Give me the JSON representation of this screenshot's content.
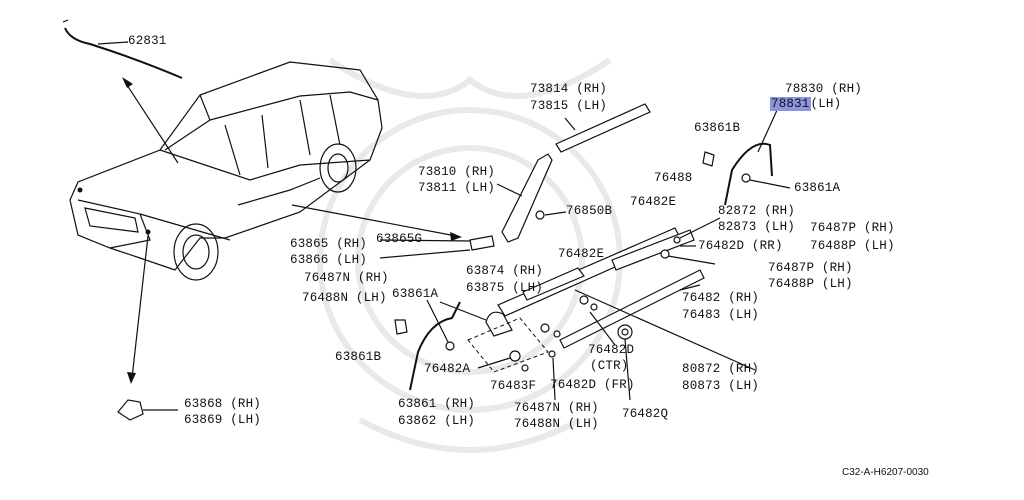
{
  "labels": {
    "p62831": "62831",
    "p73814": "73814 (RH)",
    "p73815": "73815 (LH)",
    "p78830": "78830 (RH)",
    "p78831": "78831",
    "p78831_side": "(LH)",
    "p63861B_top": "63861B",
    "p63861A_right": "63861A",
    "p76488": "76488",
    "p73810": "73810 (RH)",
    "p73811": "73811 (LH)",
    "p76850B": "76850B",
    "p76482E_top": "76482E",
    "p82872": "82872 (RH)",
    "p82873": "82873 (LH)",
    "p76487P_a": "76487P (RH)",
    "p76488P_a": "76488P (LH)",
    "p76482D_RR": "76482D (RR)",
    "p63865": "63865 (RH)",
    "p63866": "63866 (LH)",
    "p63865G": "63865G",
    "p76482E_mid": "76482E",
    "p76487P_b": "76487P (RH)",
    "p76488P_b": "76488P (LH)",
    "p76487N_a": "76487N (RH)",
    "p76488N_a": "76488N (LH)",
    "p63874": "63874 (RH)",
    "p63875": "63875 (LH)",
    "p63861A_left": "63861A",
    "p76482_rh": "76482 (RH)",
    "p76483_lh": "76483 (LH)",
    "p63861B_left": "63861B",
    "p76482D_CTR1": "76482D",
    "p76482D_CTR2": "(CTR)",
    "p76482A": "76482A",
    "p76483F": "76483F",
    "p76482D_FR": "76482D (FR)",
    "p80872": "80872 (RH)",
    "p80873": "80873 (LH)",
    "p76487N_b": "76487N (RH)",
    "p76488N_b": "76488N (LH)",
    "p76482Q": "76482Q",
    "p63861": "63861 (RH)",
    "p63862": "63862 (LH)",
    "p63868": "63868 (RH)",
    "p63869": "63869 (LH)"
  },
  "diagram_code": "C32-A-H6207-0030",
  "colors": {
    "highlight": "#8c94de",
    "ink": "#111111"
  }
}
